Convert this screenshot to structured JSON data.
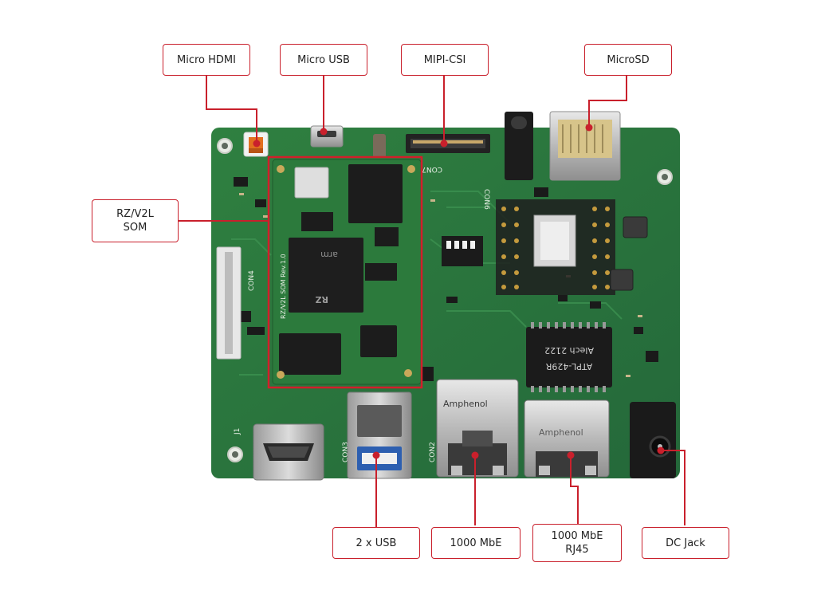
{
  "callouts": {
    "micro_hdmi": "Micro HDMI",
    "micro_usb": "Micro USB",
    "mipi_csi": "MIPI-CSI",
    "microsd": "MicroSD",
    "som": "RZ/V2L\nSOM",
    "usb2x": "2 x USB",
    "mbe1000": "1000 MbE",
    "mbe1000_rj45": "1000 MbE\nRJ45",
    "dc_jack": "DC Jack"
  },
  "board_markings": {
    "amphenol": "Amphenol",
    "chip_brand": "Alech 2122",
    "chip_part": "ATPL-429R",
    "arm": "arm",
    "rz": "RZ",
    "som_label": "RZ/V2L SOM Rev.1.0",
    "con2": "CON2",
    "con3": "CON3",
    "con4": "CON4",
    "con6": "CON6",
    "con7": "CON7",
    "j1": "J1"
  },
  "colors": {
    "pcb": "#2e7a3a",
    "pcb_dark": "#1f5a2a",
    "callout_border": "#c9202c",
    "leader_line": "#c9202c",
    "som_outline": "#d21f2b"
  }
}
